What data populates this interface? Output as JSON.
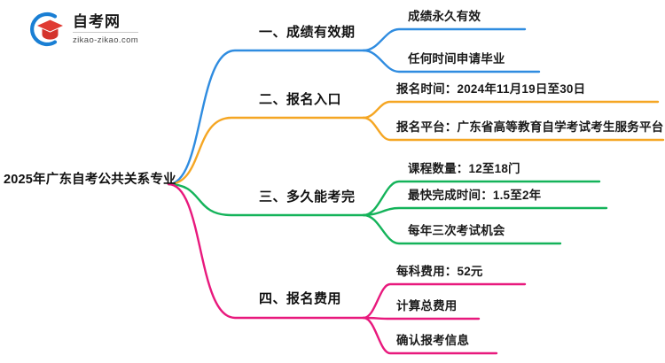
{
  "logo": {
    "name": "zikao-logo",
    "title": "自考网",
    "domain": "zikao-zikao.com",
    "mark_icon": "graduation-cap-icon",
    "arc_color": "#1a7fd4",
    "cap_color": "#e03a32"
  },
  "mindmap": {
    "root": {
      "label": "2025年广东自考公共关系专业"
    },
    "branches": [
      {
        "label": "一、成绩有效期",
        "color": "#2f8ce0",
        "children": [
          {
            "label": "成绩永久有效"
          },
          {
            "label": "任何时间申请毕业"
          }
        ]
      },
      {
        "label": "二、报名入口",
        "color": "#f5a623",
        "children": [
          {
            "label": "报名时间：2024年11月19日至30日"
          },
          {
            "label": "报名平台：广东省高等教育自学考试考生服务平台"
          }
        ]
      },
      {
        "label": "三、多久能考完",
        "color": "#14b35a",
        "children": [
          {
            "label": "课程数量：12至18门"
          },
          {
            "label": "最快完成时间：1.5至2年"
          },
          {
            "label": "每年三次考试机会"
          }
        ]
      },
      {
        "label": "四、报名费用",
        "color": "#e8197d",
        "children": [
          {
            "label": "每科费用：52元"
          },
          {
            "label": "计算总费用"
          },
          {
            "label": "确认报考信息"
          }
        ]
      }
    ]
  }
}
